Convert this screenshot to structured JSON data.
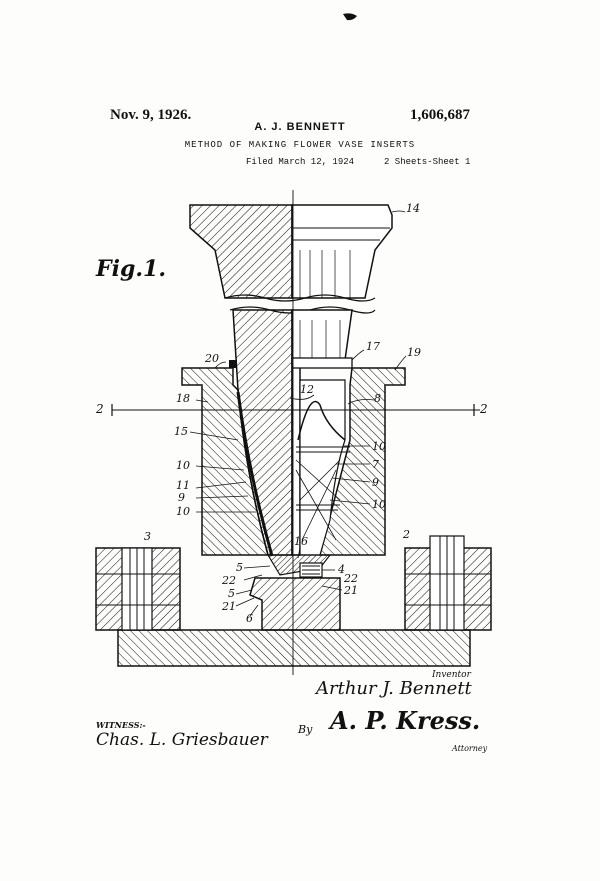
{
  "header": {
    "date": "Nov. 9, 1926.",
    "inventor_name": "A. J. BENNETT",
    "patent_number": "1,606,687",
    "title": "METHOD OF MAKING FLOWER VASE INSERTS",
    "filed": "Filed March 12, 1924",
    "sheets": "2 Sheets-Sheet 1"
  },
  "figure": {
    "label": "Fig.1.",
    "reference_numerals": [
      "14",
      "17",
      "19",
      "20",
      "12",
      "8",
      "18",
      "15",
      "10",
      "11",
      "9",
      "7",
      "3",
      "2",
      "5",
      "22",
      "21",
      "6",
      "16",
      "4"
    ],
    "section_mark": "2"
  },
  "footer": {
    "inventor_caption": "Inventor",
    "inventor_signature": "Arthur J. Bennett",
    "witness_label": "WITNESS:-",
    "witness_signature": "Chas. L. Griesbauer",
    "by_label": "By",
    "attorney_signature": "A. P. Kress.",
    "attorney_caption": "Attorney"
  }
}
